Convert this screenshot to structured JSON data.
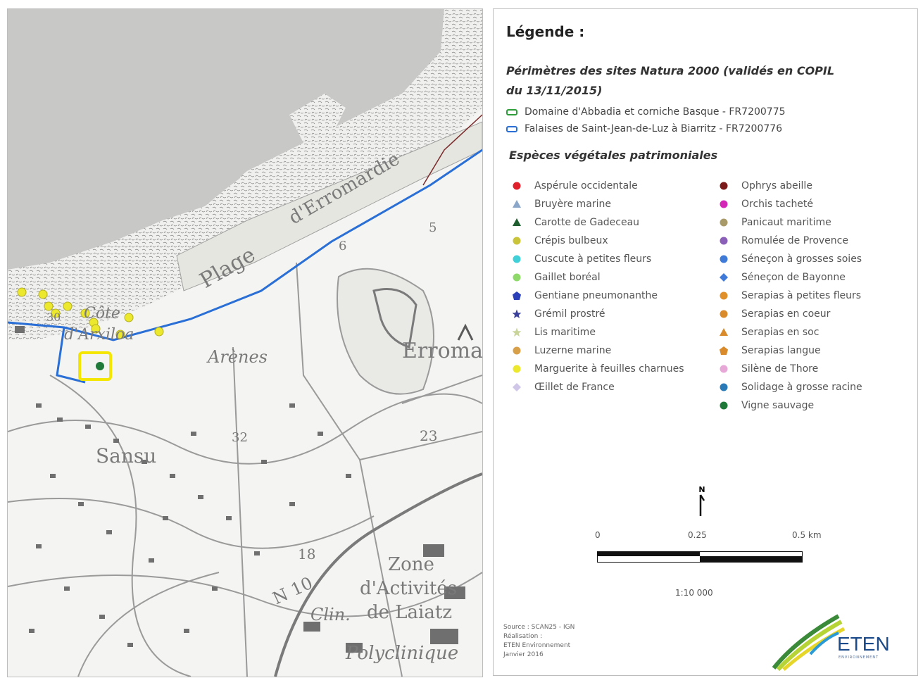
{
  "map": {
    "labels": {
      "plage": "Plage",
      "erromardie": "d'Erromardie",
      "arenes": "Arènes",
      "erroma": "Erroma",
      "sansu": "Sansu",
      "cote": "Côte",
      "arxiloa": "d'Arxiloa",
      "zone": "Zone",
      "activites": "d'Activités",
      "laiatz": "de Laiatz",
      "clin": "Clin.",
      "polyclinique": "Polyclinique",
      "n10": "N 10",
      "n23": "23",
      "n32": "32",
      "n18": "18",
      "n6": "6",
      "n5": "5",
      "n30": "30"
    },
    "highlight_color": "#f5e600",
    "natura_blue": "#2a6fd6"
  },
  "legend": {
    "title": "Légende :",
    "perimeters_title_line1": "Périmètres des sites Natura 2000 (validés en COPIL",
    "perimeters_title_line2": "du 13/11/2015)",
    "sites": [
      {
        "label": "Domaine d'Abbadia et corniche Basque  -  FR7200775",
        "color": "#2e9e3a"
      },
      {
        "label": "Falaises de Saint-Jean-de-Luz à Biarritz  -  FR7200776",
        "color": "#2a6fd6"
      }
    ],
    "species_title": "Espèces végétales patrimoniales",
    "species_left": [
      {
        "label": "Aspérule occidentale",
        "color": "#e0202a",
        "shape": "circle",
        "icon": "red-circle-icon"
      },
      {
        "label": "Bruyère marine",
        "color": "#8aa6c8",
        "shape": "triangle",
        "icon": "blue-triangle-icon"
      },
      {
        "label": "Carotte de Gadeceau",
        "color": "#1f5e2e",
        "shape": "triangle",
        "icon": "green-triangle-icon"
      },
      {
        "label": "Crépis bulbeux",
        "color": "#c9c43a",
        "shape": "circle",
        "icon": "olive-circle-icon"
      },
      {
        "label": "Cuscute à petites fleurs",
        "color": "#3fd0d8",
        "shape": "circle",
        "icon": "cyan-circle-icon"
      },
      {
        "label": "Gaillet boréal",
        "color": "#8fd96a",
        "shape": "circle",
        "icon": "light-green-circle-icon"
      },
      {
        "label": "Gentiane pneumonanthe",
        "color": "#2a3fb8",
        "shape": "pentagon",
        "icon": "blue-pentagon-icon"
      },
      {
        "label": "Grémil prostré",
        "color": "#3a3f9c",
        "shape": "star",
        "icon": "navy-star-icon"
      },
      {
        "label": "Lis maritime",
        "color": "#c8d49a",
        "shape": "star",
        "icon": "pale-star-icon"
      },
      {
        "label": "Luzerne marine",
        "color": "#d9a04a",
        "shape": "circle",
        "icon": "tan-circle-icon"
      },
      {
        "label": "Marguerite à feuilles charnues",
        "color": "#ece82e",
        "shape": "circle",
        "icon": "yellow-circle-icon"
      },
      {
        "label": "Œillet de France",
        "color": "#cfc6e8",
        "shape": "diamond",
        "icon": "lavender-diamond-icon"
      }
    ],
    "species_right": [
      {
        "label": "Ophrys abeille",
        "color": "#7a1a1a",
        "shape": "circle",
        "icon": "dark-red-circle-icon"
      },
      {
        "label": "Orchis tacheté",
        "color": "#d427b8",
        "shape": "circle",
        "icon": "magenta-circle-icon"
      },
      {
        "label": "Panicaut maritime",
        "color": "#a99a6a",
        "shape": "circle",
        "icon": "khaki-circle-icon"
      },
      {
        "label": "Romulée de Provence",
        "color": "#8a5fb8",
        "shape": "circle",
        "icon": "purple-circle-icon"
      },
      {
        "label": "Séneçon à grosses soies",
        "color": "#3f7ad8",
        "shape": "circle",
        "icon": "blue-circle-icon"
      },
      {
        "label": "Séneçon de Bayonne",
        "color": "#3f7ad8",
        "shape": "diamond",
        "icon": "blue-diamond-icon"
      },
      {
        "label": "Serapias à petites fleurs",
        "color": "#e0902a",
        "shape": "circle",
        "icon": "orange-circle-icon"
      },
      {
        "label": "Serapias en coeur",
        "color": "#d98a2a",
        "shape": "circle",
        "icon": "dark-orange-circle-icon"
      },
      {
        "label": "Serapias en soc",
        "color": "#d98a2a",
        "shape": "triangle",
        "icon": "orange-triangle-icon"
      },
      {
        "label": "Serapias langue",
        "color": "#d98a2a",
        "shape": "pentagon",
        "icon": "orange-pentagon-icon"
      },
      {
        "label": "Silène de Thore",
        "color": "#e7a8d8",
        "shape": "circle",
        "icon": "pink-circle-icon"
      },
      {
        "label": "Solidage à grosse racine",
        "color": "#2a7ab8",
        "shape": "circle",
        "icon": "steel-blue-circle-icon"
      },
      {
        "label": "Vigne sauvage",
        "color": "#1f7a3a",
        "shape": "circle",
        "icon": "dark-green-circle-icon"
      }
    ],
    "north": "N",
    "scale": {
      "zero": "0",
      "mid": "0.25",
      "end": "0.5  km",
      "ratio": "1:10 000"
    },
    "source_lines": [
      "Source : SCAN25 - IGN",
      "Réalisation :",
      "ETEN Environnement",
      "Janvier 2016"
    ],
    "logo_text": "ETEN",
    "logo_sub": "ENVIRONNEMENT"
  }
}
